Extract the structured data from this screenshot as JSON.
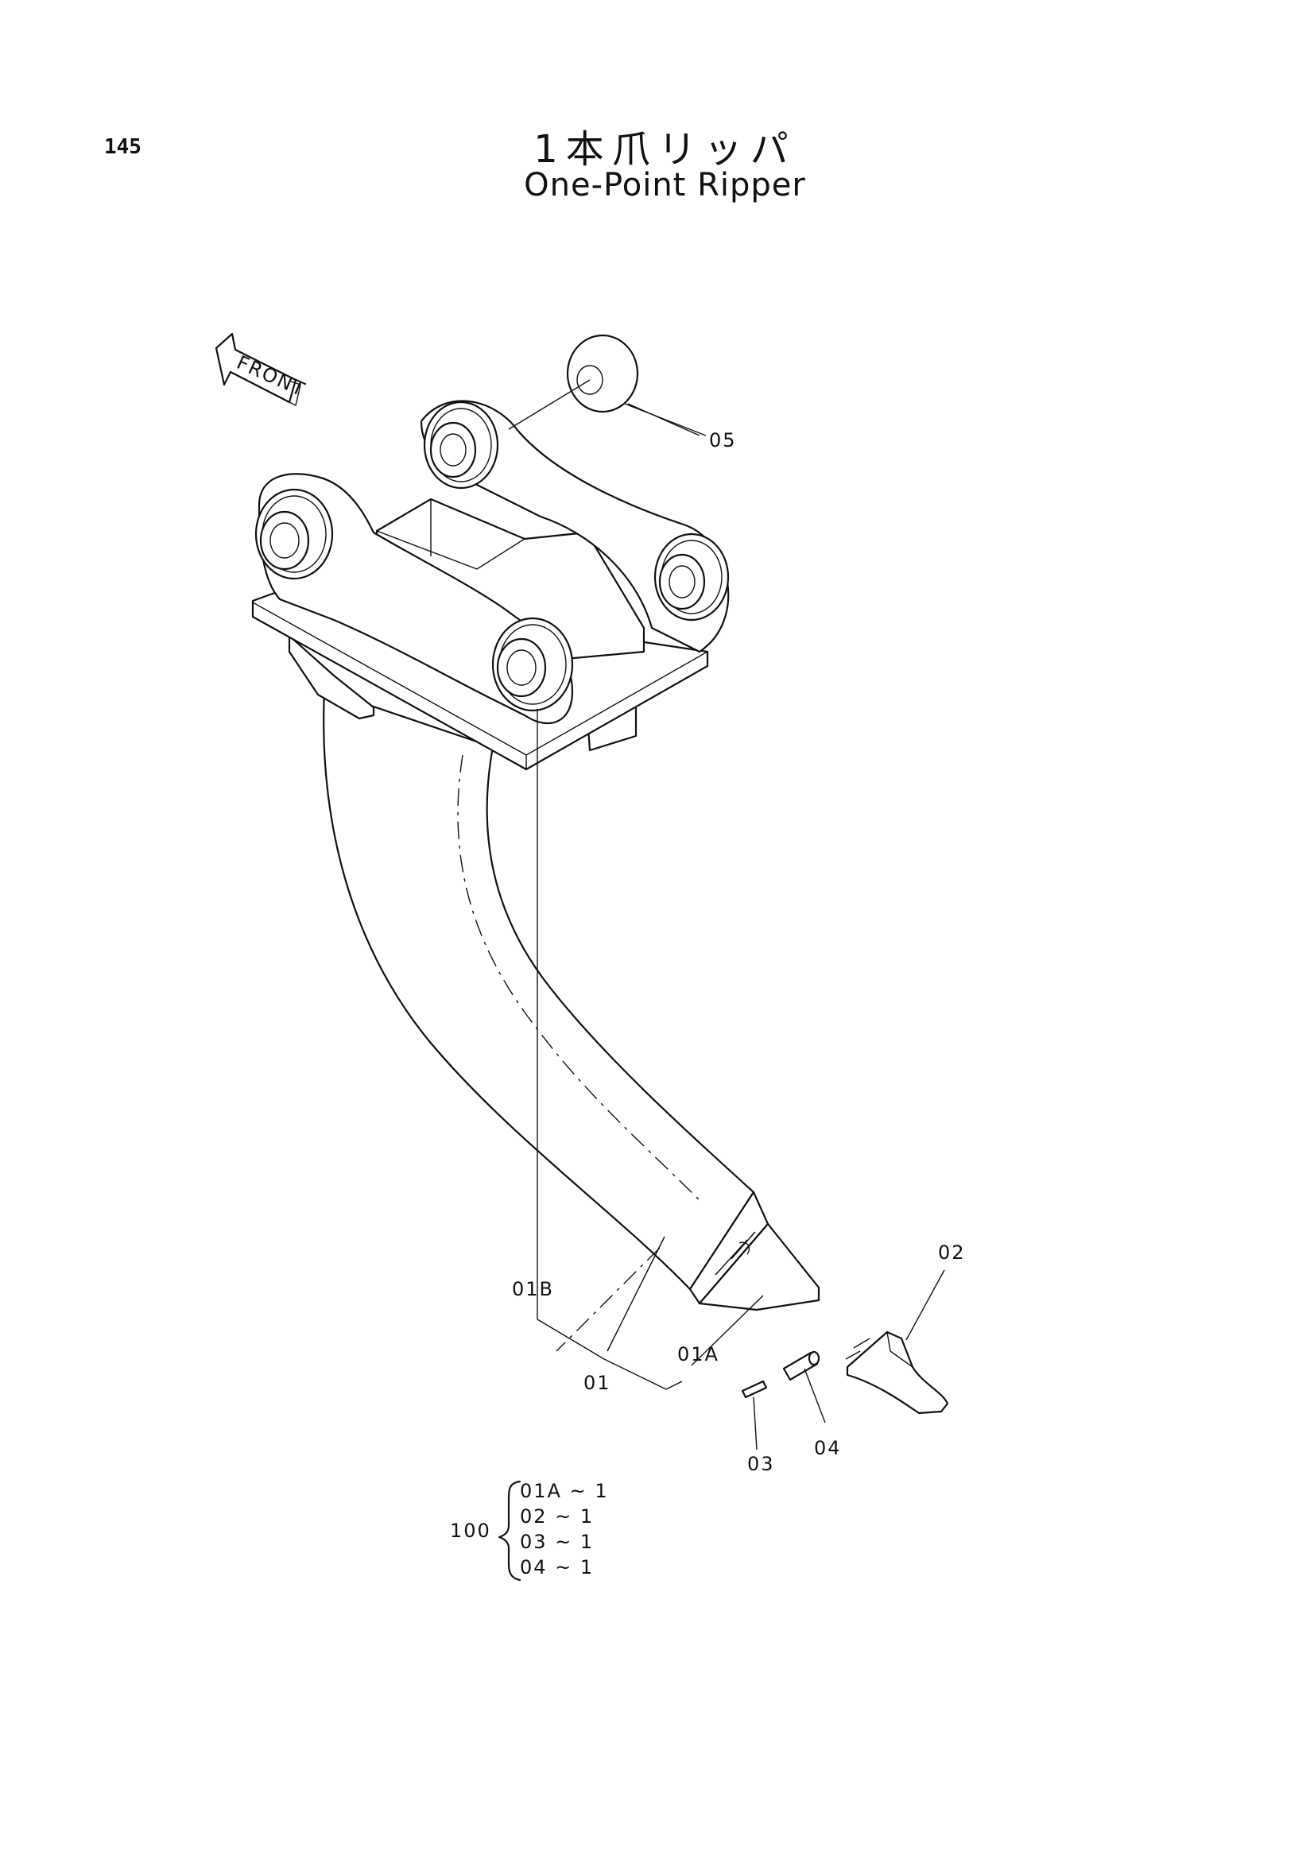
{
  "page_number": "145",
  "title": {
    "japanese": "1本爪リッパ",
    "english": "One-Point Ripper"
  },
  "front_arrow_label": "FRONT",
  "callouts": {
    "c01": "01",
    "c01A": "01A",
    "c01B": "01B",
    "c02": "02",
    "c03": "03",
    "c04": "04",
    "c05": "05"
  },
  "kit": {
    "number": "100",
    "items": [
      "01A ~ 1",
      "02 ~ 1",
      "03 ~ 1",
      "04 ~ 1"
    ]
  }
}
